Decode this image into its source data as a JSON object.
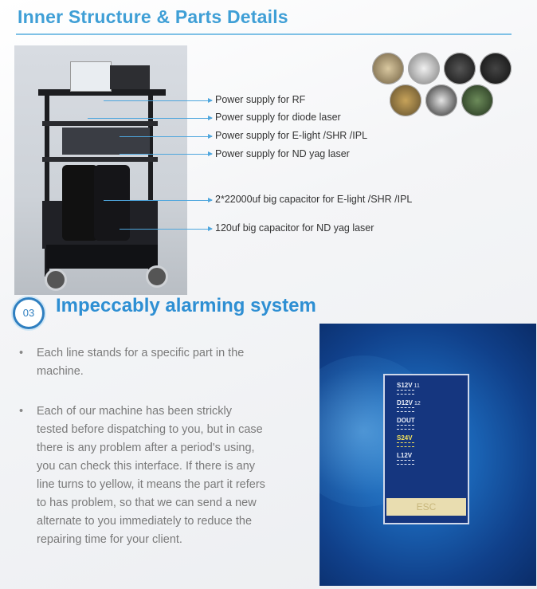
{
  "header": {
    "title": "Inner Structure & Parts Details"
  },
  "parts": {
    "labels": [
      "Power supply for RF",
      "Power supply for diode laser",
      "Power supply for E-light /SHR /IPL",
      "Power supply for ND yag laser",
      "2*22000uf big capacitor for E-light /SHR /IPL",
      "120uf big capacitor for ND yag laser"
    ]
  },
  "section03": {
    "number": "03",
    "title": "Impeccably alarming system",
    "bullet_symbol": "•",
    "bullets": [
      "Each line stands for a specific part in the machine.",
      "Each of our machine has been strickly tested before dispatching to you, but in case there is any problem after a period's using, you can check this interface. If there is any line turns to yellow, it means the part it refers to has problem, so that we can send a new alternate to you immediately to reduce the repairing time for your client."
    ]
  },
  "screen": {
    "rows": [
      {
        "label": "S12V",
        "sub": "11"
      },
      {
        "label": "D12V",
        "sub": "12"
      },
      {
        "label": "DOUT",
        "sub": ""
      },
      {
        "label": "S24V",
        "sub": ""
      },
      {
        "label": "L12V",
        "sub": ""
      }
    ],
    "esc_label": "ESC"
  },
  "colors": {
    "title": "#3f9fd6",
    "section_title": "#2e8fd3",
    "pointer": "#4ea6dd",
    "warning_line": "#f2e25b",
    "screen_panel": "#15367f"
  }
}
